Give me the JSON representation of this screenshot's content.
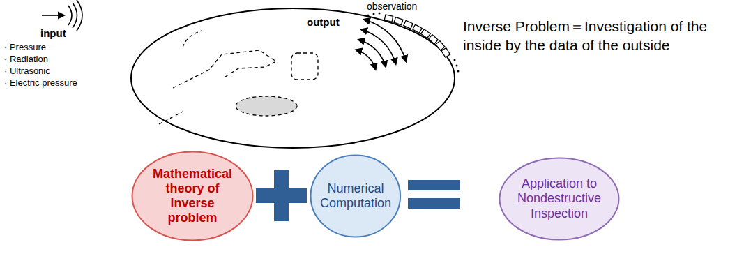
{
  "diagram": {
    "nodes": [
      {
        "text": [
          "Mathematical theory of Inverse problem"
        ]
      },
      {
        "text": [
          "Numerical Computation"
        ]
      },
      {
        "text": [
          "Application to Nondestructive Inspection"
        ]
      }
    ],
    "labels": [
      "input",
      "· Pressure",
      "· Radiation",
      "· Ultrasonic",
      "· Electric pressure",
      "output",
      "observation",
      "Inverse Problem＝Investigation of the inside by the data of the outside"
    ]
  }
}
